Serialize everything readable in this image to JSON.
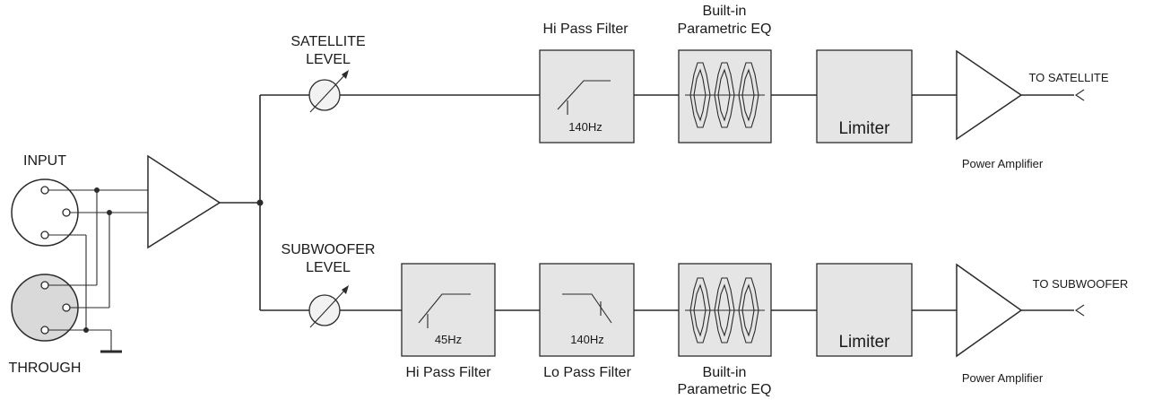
{
  "input": {
    "input_label": "INPUT",
    "through_label": "THROUGH"
  },
  "satellite": {
    "level_line1": "SATELLITE",
    "level_line2": "LEVEL",
    "hpf_title": "Hi Pass Filter",
    "hpf_freq": "140Hz",
    "eq_line1": "Built-in",
    "eq_line2": "Parametric EQ",
    "limiter": "Limiter",
    "amp": "Power Amplifier",
    "output": "TO SATELLITE"
  },
  "subwoofer": {
    "level_line1": "SUBWOOFER",
    "level_line2": "LEVEL",
    "hpf_title": "Hi Pass Filter",
    "hpf_freq": "45Hz",
    "lpf_title": "Lo Pass Filter",
    "lpf_freq": "140Hz",
    "eq_line1": "Built-in",
    "eq_line2": "Parametric EQ",
    "limiter": "Limiter",
    "amp": "Power Amplifier",
    "output": "TO SUBWOOFER"
  },
  "colors": {
    "line": "#2b2b2b",
    "block_fill": "#e5e5e5",
    "through_fill": "#d9d9d9"
  }
}
